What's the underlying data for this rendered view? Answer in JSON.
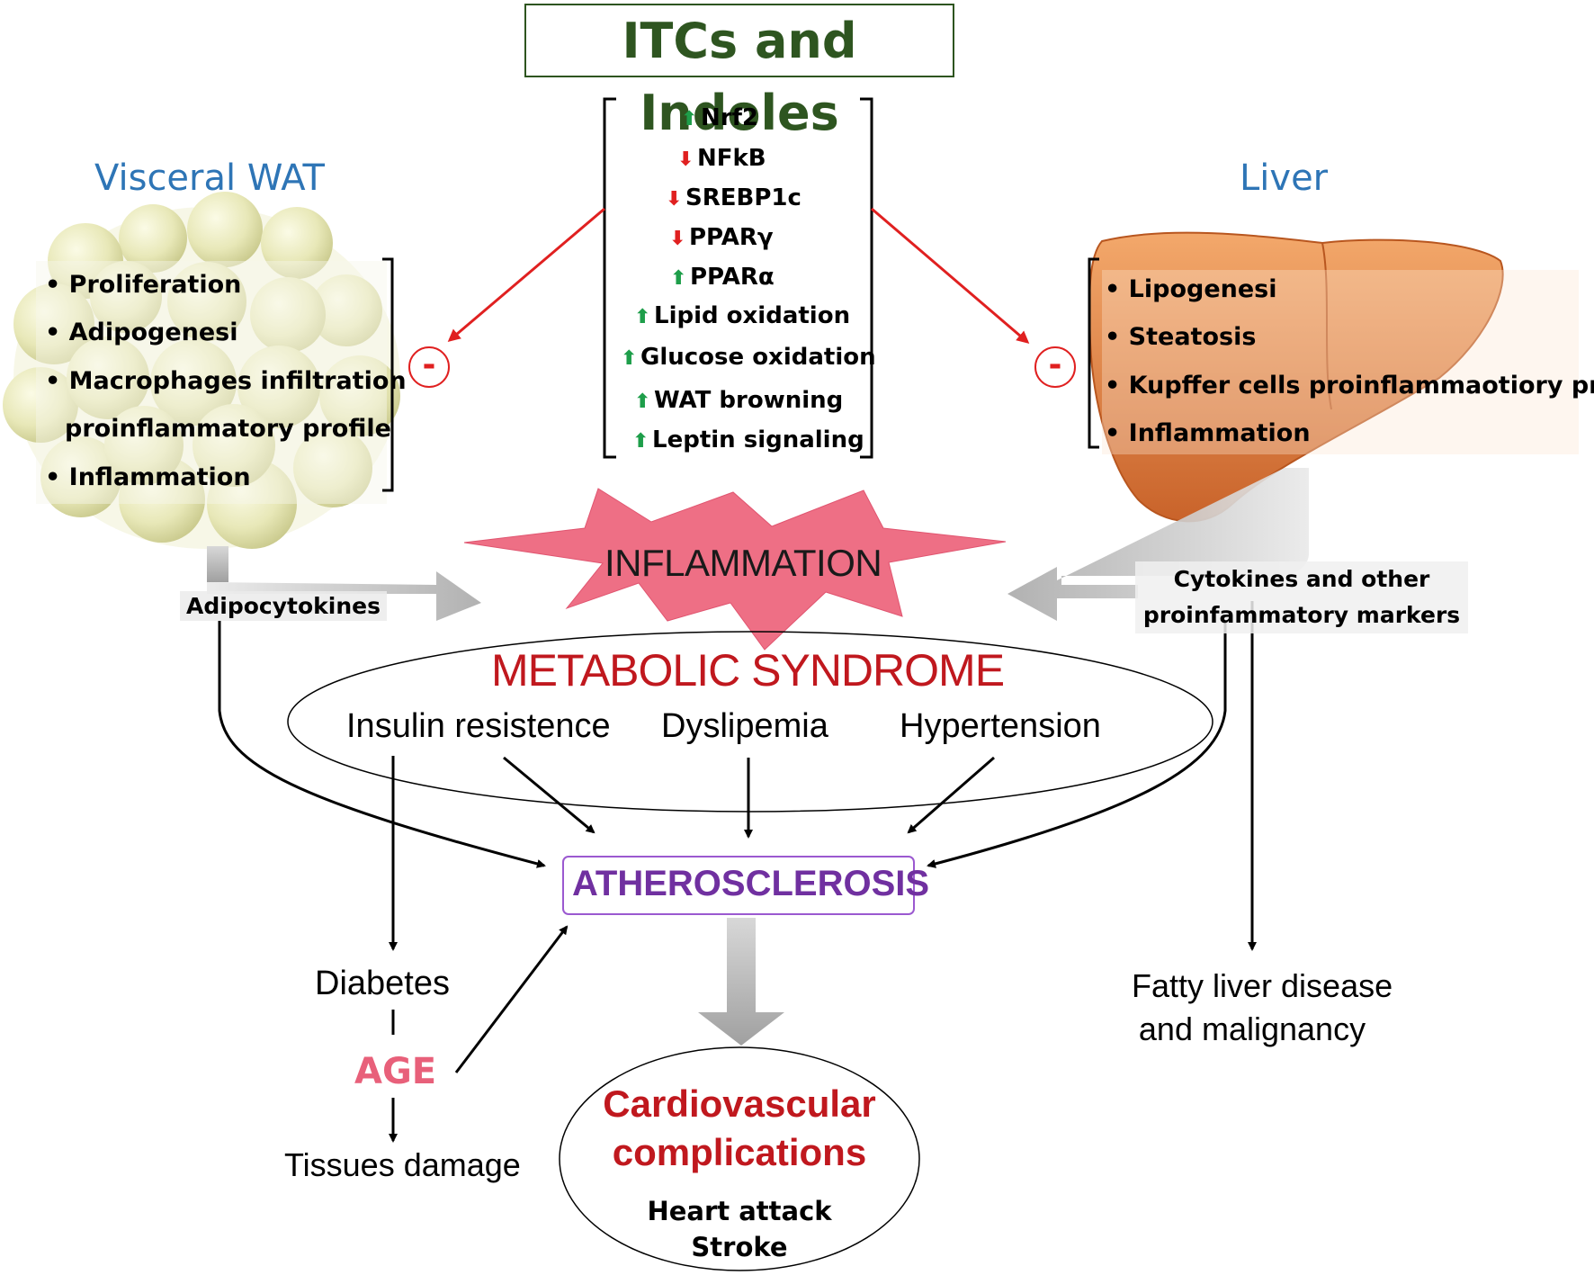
{
  "title": "ITCs and Indoles",
  "effects": [
    {
      "dir": "up",
      "label": "Nrf2"
    },
    {
      "dir": "down",
      "label": "NFkB"
    },
    {
      "dir": "down",
      "label": "SREBP1c"
    },
    {
      "dir": "down",
      "label": "PPARγ"
    },
    {
      "dir": "up",
      "label": "PPARα"
    },
    {
      "dir": "up",
      "label": "Lipid oxidation"
    },
    {
      "dir": "up",
      "label": "Glucose oxidation"
    },
    {
      "dir": "up",
      "label": "WAT browning"
    },
    {
      "dir": "up",
      "label": "Leptin signaling"
    }
  ],
  "colors": {
    "up": "#1e9e4a",
    "down": "#e02020",
    "title": "#2e5520",
    "organ": "#2e75b6",
    "syndrome": "#c0181e",
    "athero": "#7030a0",
    "age": "#e8607a",
    "burst": "#ee6f85"
  },
  "wat": {
    "title": "Visceral WAT",
    "items": [
      "• Proliferation",
      "• Adipogenesi",
      "• Macrophages infiltration",
      "proinflammatory profile",
      "• Inflammation"
    ]
  },
  "liver": {
    "title": "Liver",
    "items": [
      "• Lipogenesi",
      "• Steatosis",
      "• Kupffer cells proinflammaotiory profile",
      "• Inflammation"
    ]
  },
  "minus": "-",
  "inflammation": "INFLAMMATION",
  "adipocytokines": "Adipocytokines",
  "cytokines": [
    "Cytokines and other",
    "proinfammatory markers"
  ],
  "metabolic": {
    "title": "METABOLIC SYNDROME",
    "items": [
      "Insulin resistence",
      "Dyslipemia",
      "Hypertension"
    ]
  },
  "atherosclerosis": "ATHEROSCLEROSIS",
  "diabetes": "Diabetes",
  "age": "AGE",
  "tissues": "Tissues damage",
  "fatty": [
    "Fatty liver disease",
    "and malignancy"
  ],
  "cardio": {
    "title": [
      "Cardiovascular",
      "complications"
    ],
    "items": [
      "Heart attack",
      "Stroke"
    ]
  }
}
